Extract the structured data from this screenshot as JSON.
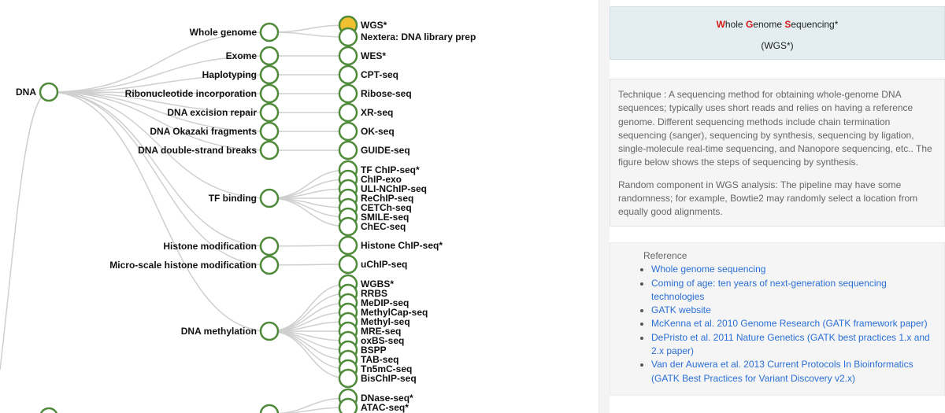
{
  "tree": {
    "root": {
      "label": "DNA"
    },
    "categories": [
      {
        "label": "Whole genome"
      },
      {
        "label": "Exome"
      },
      {
        "label": "Haplotyping"
      },
      {
        "label": "Ribonucleotide incorporation"
      },
      {
        "label": "DNA excision repair"
      },
      {
        "label": "DNA Okazaki fragments"
      },
      {
        "label": "DNA double-strand breaks"
      },
      {
        "label": "TF binding"
      },
      {
        "label": "Histone modification"
      },
      {
        "label": "Micro-scale histone modification"
      },
      {
        "label": "DNA methylation"
      }
    ],
    "techniques": [
      {
        "label": "WGS*",
        "selected": true
      },
      {
        "label": "Nextera: DNA library prep"
      },
      {
        "label": "WES*"
      },
      {
        "label": "CPT-seq"
      },
      {
        "label": "Ribose-seq"
      },
      {
        "label": "XR-seq"
      },
      {
        "label": "OK-seq"
      },
      {
        "label": "GUIDE-seq"
      },
      {
        "label": "TF ChIP-seq*"
      },
      {
        "label": "ChIP-exo"
      },
      {
        "label": "ULI-NChIP-seq"
      },
      {
        "label": "ReChIP-seq"
      },
      {
        "label": "CETCh-seq"
      },
      {
        "label": "SMILE-seq"
      },
      {
        "label": "ChEC-seq"
      },
      {
        "label": "Histone ChIP-seq*"
      },
      {
        "label": "uChIP-seq"
      },
      {
        "label": "WGBS*"
      },
      {
        "label": "RRBS"
      },
      {
        "label": "MeDIP-seq"
      },
      {
        "label": "MethylCap-seq"
      },
      {
        "label": "Methyl-seq"
      },
      {
        "label": "MRE-seq"
      },
      {
        "label": "oxBS-seq"
      },
      {
        "label": "BSPP"
      },
      {
        "label": "TAB-seq"
      },
      {
        "label": "Tn5mC-seq"
      },
      {
        "label": "BisChIP-seq"
      },
      {
        "label": "DNase-seq*"
      },
      {
        "label": "ATAC-seq*"
      }
    ]
  },
  "colors": {
    "node_stroke": "#4e8a3a",
    "selected_fill": "#f0c030",
    "link": "#cfcfcf",
    "link_text": "#2a6fd6",
    "title_highlight": "#d31818"
  },
  "panel": {
    "title": {
      "w1_initial": "W",
      "w1_rest": "hole ",
      "w2_initial": "G",
      "w2_rest": "enome ",
      "w3_initial": "S",
      "w3_rest": "equencing*",
      "abbr": "(WGS*)"
    },
    "description": {
      "technique": "Technique : A sequencing method for obtaining whole-genome DNA sequences; typically uses short reads and relies on having a reference genome. Different sequencing methods include chain termination sequencing (sanger), sequencing by synthesis, sequencing by ligation, single-molecule real-time sequencing, and Nanopore sequencing, etc.. The figure below shows the steps of sequencing by synthesis.",
      "random": "Random component in WGS analysis: The pipeline may have some randomness; for example, Bowtie2 may randomly select a location from equally good alignments."
    },
    "references": {
      "heading": "Reference",
      "items": [
        "Whole genome sequencing",
        "Coming of age: ten years of next-generation sequencing technologies",
        "GATK website",
        "McKenna et al. 2010 Genome Research (GATK framework paper)",
        "DePristo et al. 2011 Nature Genetics (GATK best practices 1.x and 2.x paper)",
        "Van der Auwera et al. 2013 Current Protocols In Bioinformatics (GATK Best Practices for Variant Discovery v2.x)"
      ]
    }
  }
}
